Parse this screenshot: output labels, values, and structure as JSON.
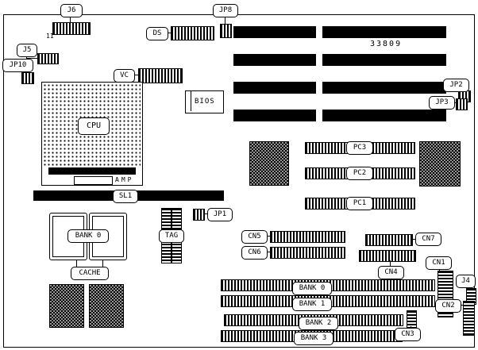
{
  "board_number": "33809",
  "labels": {
    "j6": "J6",
    "j6_pin": "11",
    "jp8": "JP8",
    "ds": "DS",
    "j5": "J5",
    "jp10": "JP10",
    "vc": "VC",
    "bios": "BIOS",
    "jp2": "JP2",
    "jp3": "JP3",
    "cpu": "CPU",
    "amp": "AMP",
    "sl1": "SL1",
    "jp1": "JP1",
    "tag": "TAG",
    "cache_bank": "BANK 0",
    "cache": "CACHE",
    "pc3": "PC3",
    "pc2": "PC2",
    "pc1": "PC1",
    "cn5": "CN5",
    "cn6": "CN6",
    "cn7": "CN7",
    "cn4": "CN4",
    "cn1": "CN1",
    "j4": "J4",
    "cn2": "CN2",
    "cn3": "CN3",
    "bank0": "BANK 0",
    "bank1": "BANK 1",
    "bank2": "BANK 2",
    "bank3": "BANK 3"
  }
}
